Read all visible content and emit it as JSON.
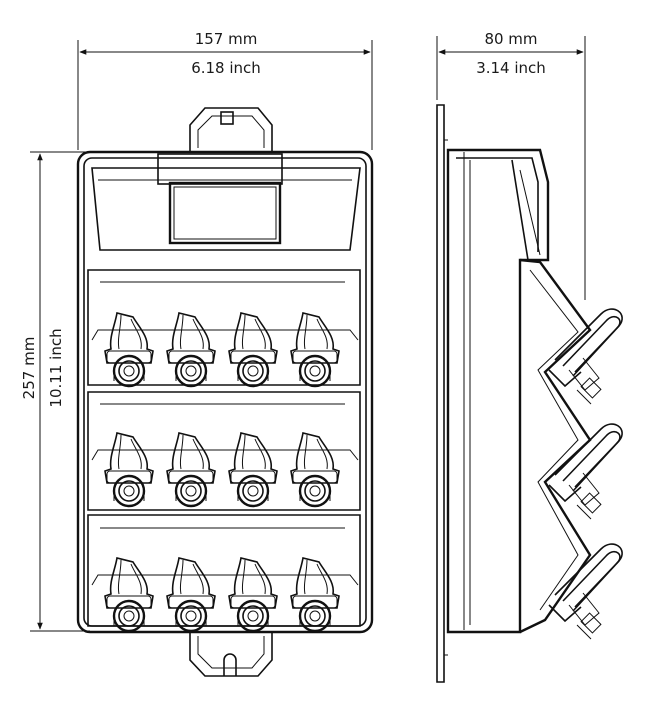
{
  "dimensions": {
    "front_width_mm": "157 mm",
    "front_width_inch": "6.18 inch",
    "side_depth_mm": "80 mm",
    "side_depth_inch": "3.14 inch",
    "height_mm": "257 mm",
    "height_inch": "10.11 inch"
  },
  "colors": {
    "line": "#111111",
    "background": "#ffffff"
  }
}
